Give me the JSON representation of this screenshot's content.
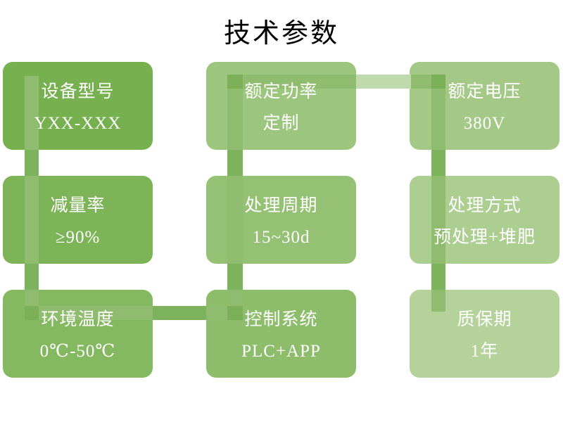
{
  "title": "技术参数",
  "boxes": [
    {
      "id": "device-model",
      "label": "设备型号",
      "value": "YXX-XXX",
      "color": "#76B04F"
    },
    {
      "id": "rated-power",
      "label": "额定功率",
      "value": "定制",
      "color": "#9CC57D"
    },
    {
      "id": "rated-voltage",
      "label": "额定电压",
      "value": "380V",
      "color": "#A4C987"
    },
    {
      "id": "reduction-rate",
      "label": "减量率",
      "value": "≥90%",
      "color": "#7EB458"
    },
    {
      "id": "processing-cycle",
      "label": "处理周期",
      "value": "15~30d",
      "color": "#95C174"
    },
    {
      "id": "processing-method",
      "label": "处理方式",
      "value": "预处理+堆肥",
      "color": "#ACCE90"
    },
    {
      "id": "ambient-temperature",
      "label": "环境温度",
      "value": "0℃-50℃",
      "color": "#85B961"
    },
    {
      "id": "control-system",
      "label": "控制系统",
      "value": "PLC+APP",
      "color": "#8DBD6B"
    },
    {
      "id": "warranty",
      "label": "质保期",
      "value": "1年",
      "color": "#B4D29A"
    }
  ],
  "colors": {
    "background": "#FFFFFF",
    "title_text": "#000000",
    "box_text": "#FFFFFF",
    "connector": "#8FBC6E",
    "connector_gap_dark": "#7DB35C",
    "connector_corner": "#7BB058",
    "connector_pale": "#C0DAAE"
  }
}
